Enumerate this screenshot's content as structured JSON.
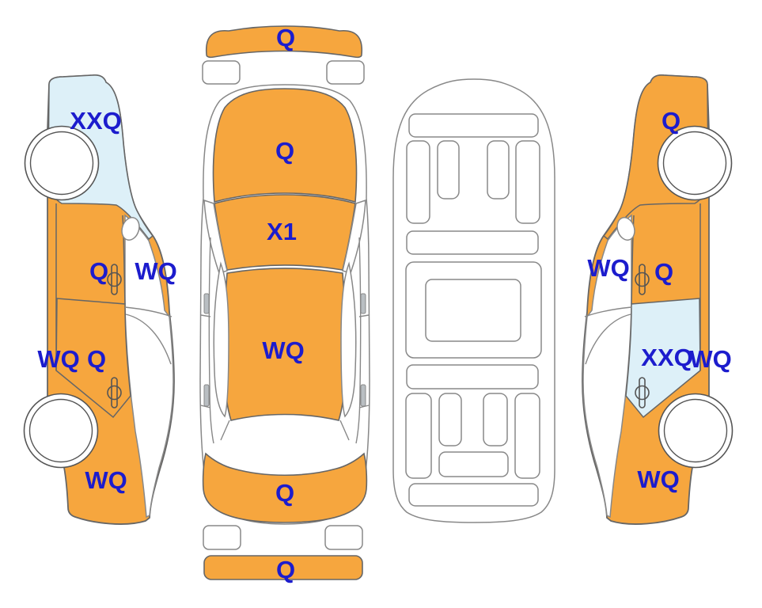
{
  "colors": {
    "body": "#f6a63e",
    "glass": "#ddf0f8",
    "label": "#1c1ccd",
    "outline": "#666666",
    "panel": "#888888"
  },
  "views": {
    "left_side": {
      "labels": {
        "front_panel": "XXQ",
        "front_door": "Q",
        "pillar": "WQ",
        "rocker": "WQ",
        "rear_door": "Q",
        "rear_quarter": "WQ"
      }
    },
    "top": {
      "labels": {
        "front_bumper": "Q",
        "hood": "Q",
        "windshield": "X1",
        "roof": "WQ",
        "trunk": "Q",
        "rear_bumper": "Q"
      }
    },
    "right_side": {
      "labels": {
        "front_fender": "Q",
        "pillar": "WQ",
        "front_door": "Q",
        "rear_door": "XXQ",
        "rear_door_overlap": "WQ",
        "rear_quarter": "WQ"
      }
    }
  }
}
